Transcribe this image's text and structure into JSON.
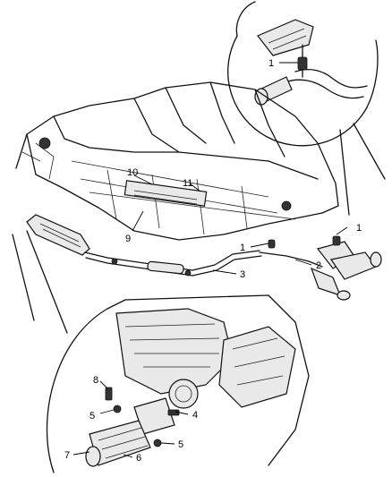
{
  "callouts": {
    "c1_top": "1",
    "c1_right": "1",
    "c1_mid": "1",
    "c2": "2",
    "c3": "3",
    "c4": "4",
    "c5_upper": "5",
    "c5_lower": "5",
    "c6": "6",
    "c7": "7",
    "c8": "8",
    "c9": "9",
    "c10": "10",
    "c11": "11"
  }
}
